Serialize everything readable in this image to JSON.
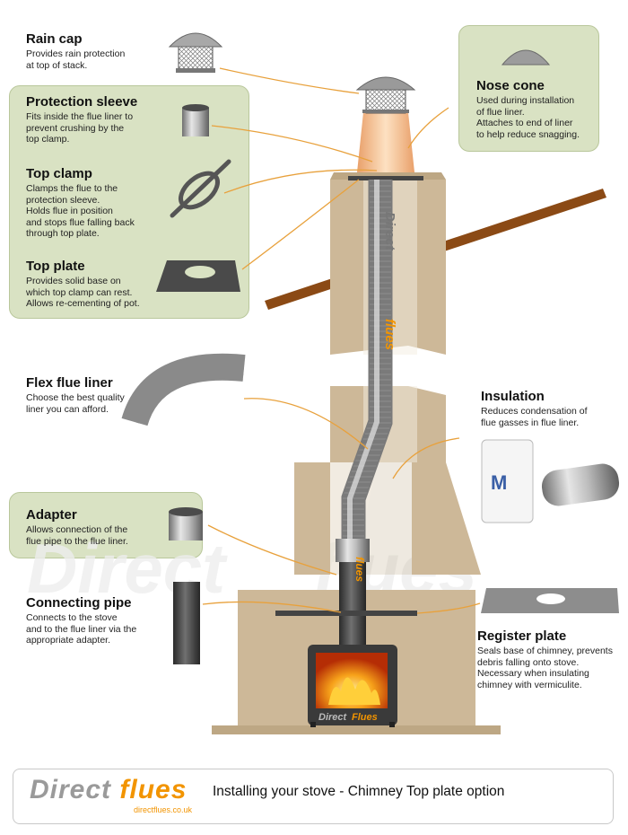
{
  "labels": {
    "rain_cap": {
      "title": "Rain cap",
      "desc": "Provides rain protection\nat top of stack."
    },
    "protection_sleeve": {
      "title": "Protection sleeve",
      "desc": "Fits inside the flue liner to\nprevent crushing by the\ntop clamp."
    },
    "top_clamp": {
      "title": "Top clamp",
      "desc": "Clamps the flue to the\nprotection sleeve.\nHolds flue in position\nand stops flue falling back\nthrough top plate."
    },
    "top_plate": {
      "title": "Top plate",
      "desc": "Provides solid base on\nwhich top clamp can rest.\nAllows re-cementing of pot."
    },
    "nose_cone": {
      "title": "Nose cone",
      "desc": "Used during installation\nof flue liner.\nAttaches to end of liner\nto help reduce snagging."
    },
    "flex_flue_liner": {
      "title": "Flex flue liner",
      "desc": "Choose the best quality\nliner you can afford."
    },
    "insulation": {
      "title": "Insulation",
      "desc": "Reduces condensation of\nflue gasses in flue liner."
    },
    "adapter": {
      "title": "Adapter",
      "desc": "Allows connection of the\nflue pipe to the flue liner."
    },
    "connecting_pipe": {
      "title": "Connecting pipe",
      "desc": "Connects to the stove\nand to the flue liner via  the\nappropriate adapter."
    },
    "register_plate": {
      "title": "Register plate",
      "desc": "Seals base of chimney, prevents\ndebris falling onto stove.\nNecessary when insulating\nchimney with vermiculite."
    }
  },
  "footer": {
    "brand_direct": "Direct",
    "brand_flues": "flues",
    "brand_url": "directflues.co.uk",
    "caption": "Installing your stove - Chimney Top plate option"
  },
  "watermarks": {
    "liner_top": "Direct",
    "liner_flues": "flues",
    "pipe": "flues",
    "stove_direct": "Direct",
    "stove_flues": "Flues"
  },
  "colors": {
    "chimney": "#cdb898",
    "chimney_shade": "#bda784",
    "box_fill": "#d9e2c3",
    "leader": "#e8a13c",
    "beam": "#8b4a15",
    "brand_orange": "#f29400",
    "brand_grey": "#9a9a9a"
  }
}
